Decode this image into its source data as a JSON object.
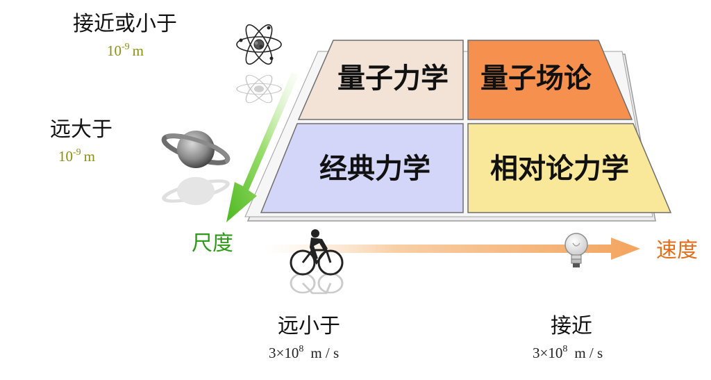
{
  "quadrants": {
    "quantum_mechanics": "量子力学",
    "quantum_field_theory": "量子场论",
    "classical_mechanics": "经典力学",
    "relativistic_mechanics": "相对论力学"
  },
  "axes": {
    "scale_label": "尺度",
    "speed_label": "速度"
  },
  "scale_markers": {
    "small": {
      "text": "接近或小于",
      "value": "10",
      "exponent": "-9",
      "unit": "m"
    },
    "large": {
      "text": "远大于",
      "value": "10",
      "exponent": "-9",
      "unit": "m"
    }
  },
  "speed_markers": {
    "slow": {
      "text": "远小于",
      "prefix": "3×10",
      "exponent": "8",
      "unit": "m / s"
    },
    "fast": {
      "text": "接近",
      "prefix": "3×10",
      "exponent": "8",
      "unit": "m / s"
    }
  },
  "colors": {
    "quantum_mechanics": "#f2e3d6",
    "quantum_field_theory": "#f5904e",
    "classical_mechanics": "#d3d6f8",
    "relativistic_mechanics": "#f9e79a",
    "scale_axis": "#5cc42c",
    "speed_axis": "#f3a45e",
    "scale_label": "#2f9a1a",
    "speed_label": "#e36d1c",
    "magnitude_text": "#8a8f12"
  },
  "icons": {
    "small_scale": "atom-icon",
    "large_scale": "planet-icon",
    "slow_speed": "bicycle-icon",
    "fast_speed": "light-bulb-icon"
  }
}
